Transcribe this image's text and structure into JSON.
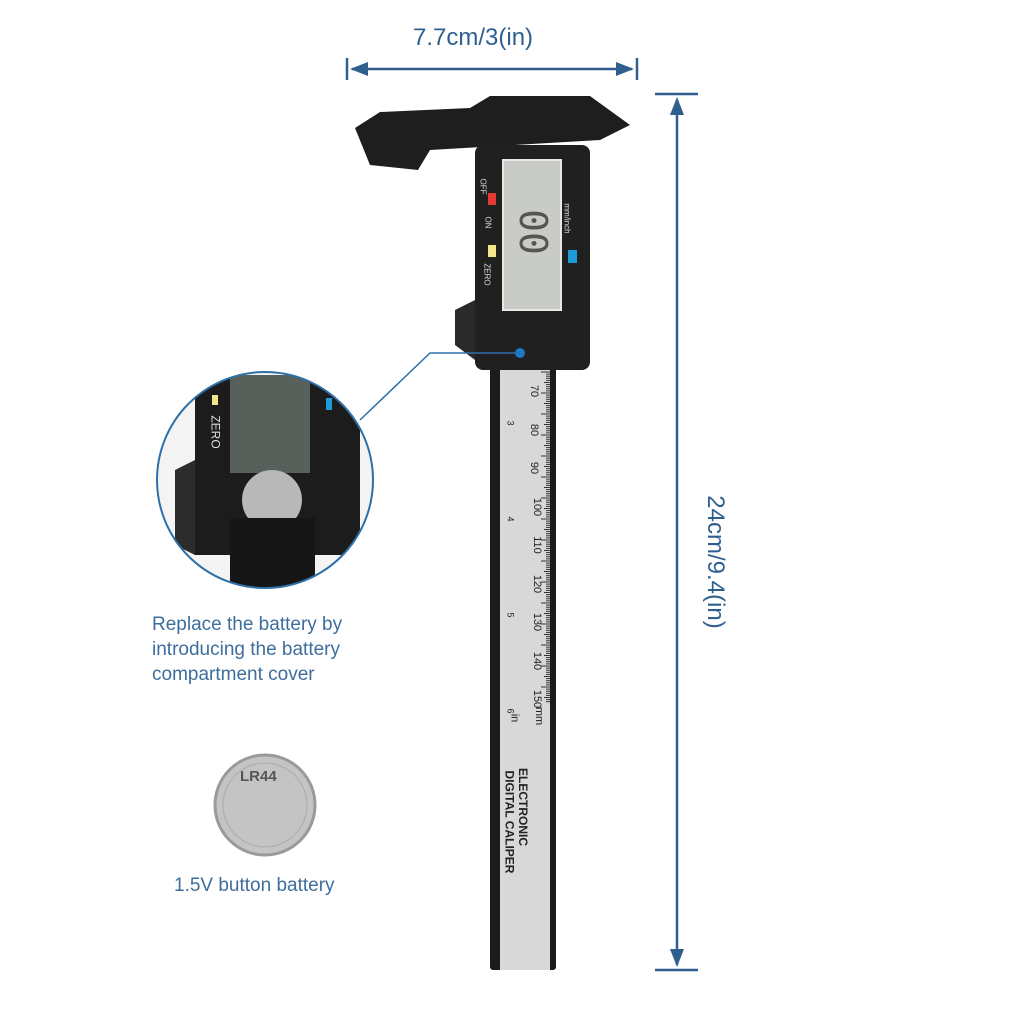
{
  "dimensions": {
    "width_label": "7.7cm/3(in)",
    "length_label": "24cm/9.4(in)"
  },
  "caliper": {
    "buttons": {
      "off": "OFF",
      "on": "ON",
      "zero": "ZERO",
      "unit": "mm/inch"
    },
    "display_value": "00",
    "scale_mm": [
      "70",
      "80",
      "90",
      "100",
      "110",
      "120",
      "130",
      "140",
      "150"
    ],
    "scale_in": [
      "3",
      "4",
      "5",
      "6"
    ],
    "unit_mm": "mm",
    "unit_in": "in",
    "brand_line1": "ELECTRONIC",
    "brand_line2": "DIGITAL CALIPER",
    "colors": {
      "off_button": "#e53935",
      "zero_button": "#f4e58a",
      "unit_button": "#1e9bd7",
      "accent": "#2f5f8f"
    }
  },
  "inset": {
    "caption": "Replace the battery by introducing the battery compartment cover",
    "label": "ZERO"
  },
  "battery": {
    "marking": "LR44",
    "caption": "1.5V button battery"
  }
}
